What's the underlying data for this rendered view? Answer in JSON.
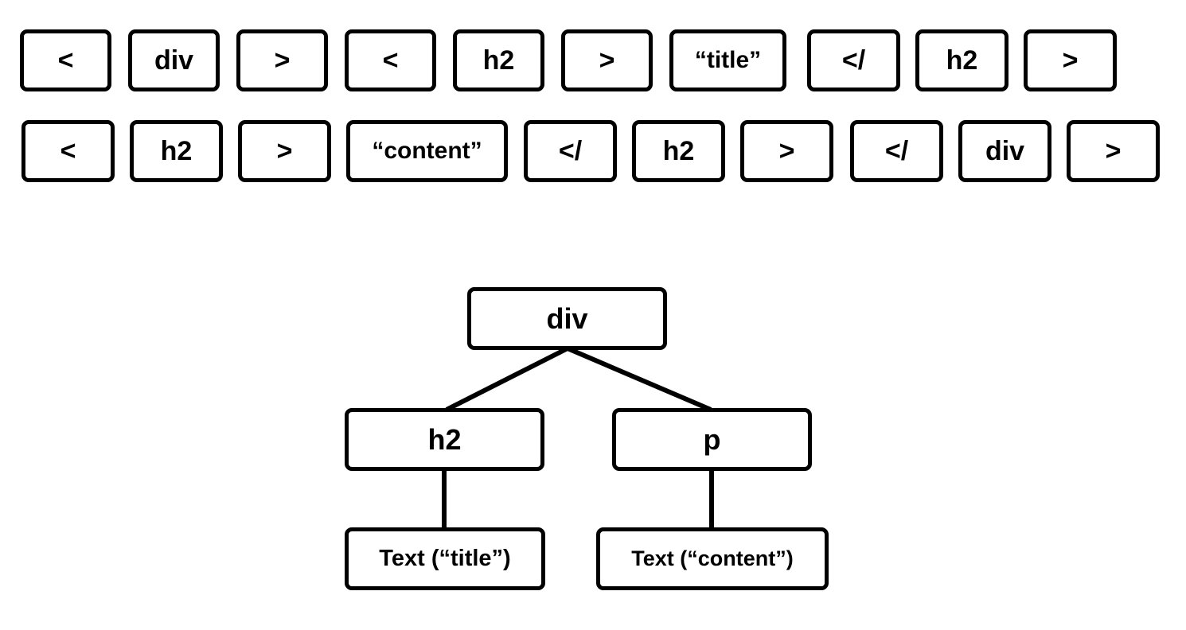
{
  "tokens": {
    "row1": [
      "<",
      "div",
      ">",
      "<",
      "h2",
      ">",
      "“title”",
      "</",
      "h2",
      ">"
    ],
    "row2": [
      "<",
      "h2",
      ">",
      "“content”",
      "</",
      "h2",
      ">",
      "</",
      "div",
      ">"
    ]
  },
  "tree": {
    "root": "div",
    "children": [
      "h2",
      "p"
    ],
    "leaves": [
      "Text (“title”)",
      "Text (“content”)"
    ]
  }
}
